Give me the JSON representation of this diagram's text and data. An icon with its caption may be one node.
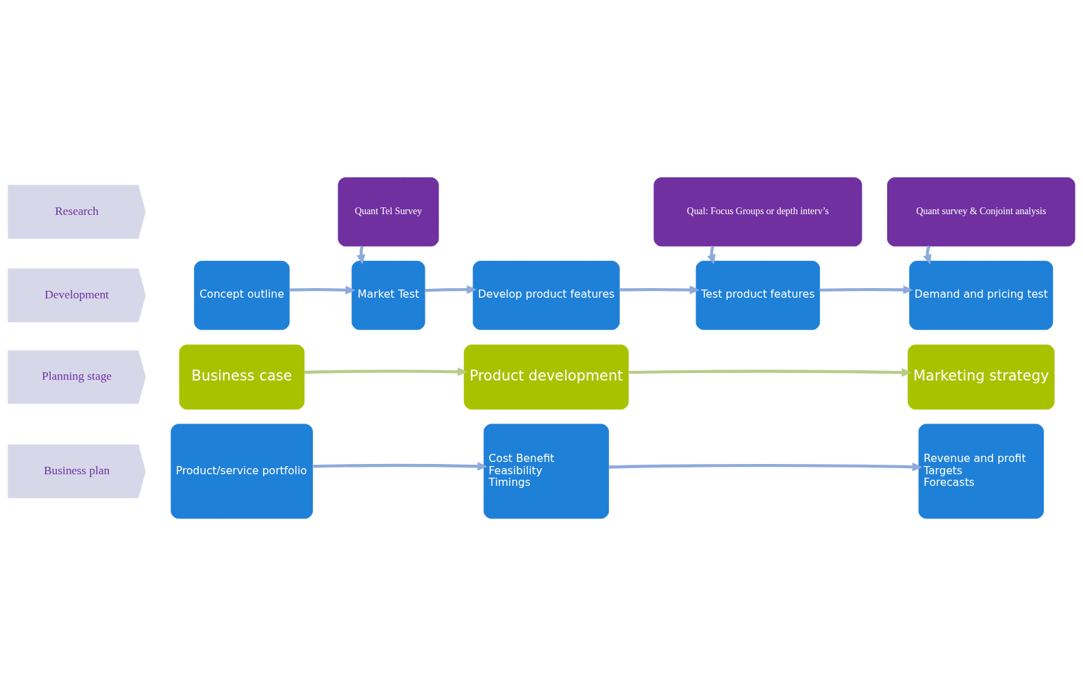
{
  "diagram": {
    "nodes": [
      {
        "text": [
          "Research"
        ]
      },
      {
        "text": [
          "Development"
        ]
      },
      {
        "text": [
          "Planning stage"
        ]
      },
      {
        "text": [
          "Business plan"
        ]
      },
      {
        "text": [
          "Quant Tel Survey"
        ]
      },
      {
        "text": [
          "Qual: Focus Groups or depth interv’s"
        ]
      },
      {
        "text": [
          "Quant survey & Conjoint analysis"
        ]
      },
      {
        "text": [
          "Concept outline"
        ]
      },
      {
        "text": [
          "Market Test"
        ]
      },
      {
        "text": [
          "Develop product features"
        ]
      },
      {
        "text": [
          "Test product features"
        ]
      },
      {
        "text": [
          "Demand and pricing test"
        ]
      },
      {
        "text": [
          "Business case"
        ]
      },
      {
        "text": [
          "Product development"
        ]
      },
      {
        "text": [
          "Marketing strategy"
        ]
      },
      {
        "text": [
          "Product/service portfolio"
        ]
      },
      {
        "text": [
          "Cost Benefit",
          "Feasibility",
          "Timings"
        ]
      },
      {
        "text": [
          "Revenue and profit",
          "Targets",
          "Forecasts"
        ]
      }
    ],
    "edges": [
      {
        "from": 4,
        "to": 8,
        "arrow": "to"
      },
      {
        "from": 5,
        "to": 10,
        "arrow": "to"
      },
      {
        "from": 6,
        "to": 11,
        "arrow": "to"
      },
      {
        "from": 7,
        "to": 8,
        "arrow": "to"
      },
      {
        "from": 8,
        "to": 9,
        "arrow": "to"
      },
      {
        "from": 9,
        "to": 10,
        "arrow": "to"
      },
      {
        "from": 10,
        "to": 11,
        "arrow": "to"
      },
      {
        "from": 12,
        "to": 13,
        "arrow": "to",
        "color": "#b9cc8a"
      },
      {
        "from": 13,
        "to": 14,
        "arrow": "to",
        "color": "#b9cc8a"
      },
      {
        "from": 15,
        "to": 16,
        "arrow": "to"
      },
      {
        "from": 16,
        "to": 17,
        "arrow": "to"
      }
    ]
  }
}
